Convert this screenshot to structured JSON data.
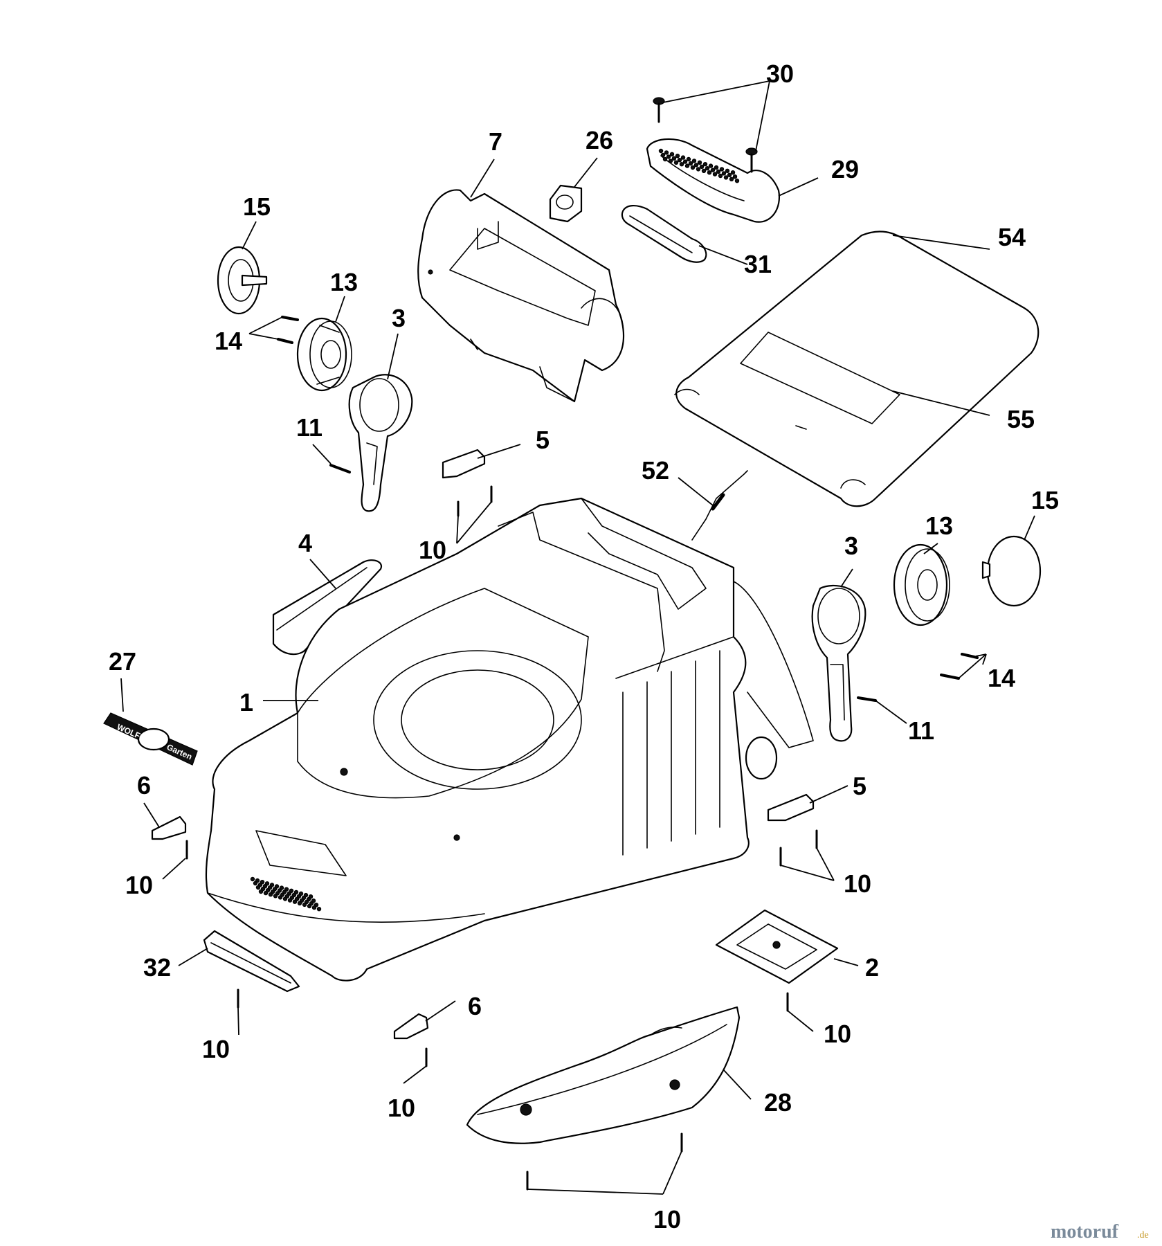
{
  "diagram": {
    "callouts": [
      {
        "id": "30",
        "label": "30"
      },
      {
        "id": "7",
        "label": "7"
      },
      {
        "id": "26",
        "label": "26"
      },
      {
        "id": "29",
        "label": "29"
      },
      {
        "id": "15a",
        "label": "15"
      },
      {
        "id": "54",
        "label": "54"
      },
      {
        "id": "31",
        "label": "31"
      },
      {
        "id": "13a",
        "label": "13"
      },
      {
        "id": "3a",
        "label": "3"
      },
      {
        "id": "14a",
        "label": "14"
      },
      {
        "id": "55",
        "label": "55"
      },
      {
        "id": "11a",
        "label": "11"
      },
      {
        "id": "5a",
        "label": "5"
      },
      {
        "id": "52",
        "label": "52"
      },
      {
        "id": "15b",
        "label": "15"
      },
      {
        "id": "13b",
        "label": "13"
      },
      {
        "id": "10a",
        "label": "10"
      },
      {
        "id": "4",
        "label": "4"
      },
      {
        "id": "3b",
        "label": "3"
      },
      {
        "id": "27",
        "label": "27"
      },
      {
        "id": "14b",
        "label": "14"
      },
      {
        "id": "1",
        "label": "1"
      },
      {
        "id": "11b",
        "label": "11"
      },
      {
        "id": "6a",
        "label": "6"
      },
      {
        "id": "5b",
        "label": "5"
      },
      {
        "id": "10b",
        "label": "10"
      },
      {
        "id": "10c",
        "label": "10"
      },
      {
        "id": "32",
        "label": "32"
      },
      {
        "id": "2",
        "label": "2"
      },
      {
        "id": "6b",
        "label": "6"
      },
      {
        "id": "10d",
        "label": "10"
      },
      {
        "id": "10e",
        "label": "10"
      },
      {
        "id": "10f",
        "label": "10"
      },
      {
        "id": "28",
        "label": "28"
      },
      {
        "id": "10g",
        "label": "10"
      }
    ],
    "watermark": {
      "main": "motoruf",
      "suffix": ".de"
    },
    "decal_text": {
      "left": "WOLF",
      "right": "Garten"
    }
  }
}
